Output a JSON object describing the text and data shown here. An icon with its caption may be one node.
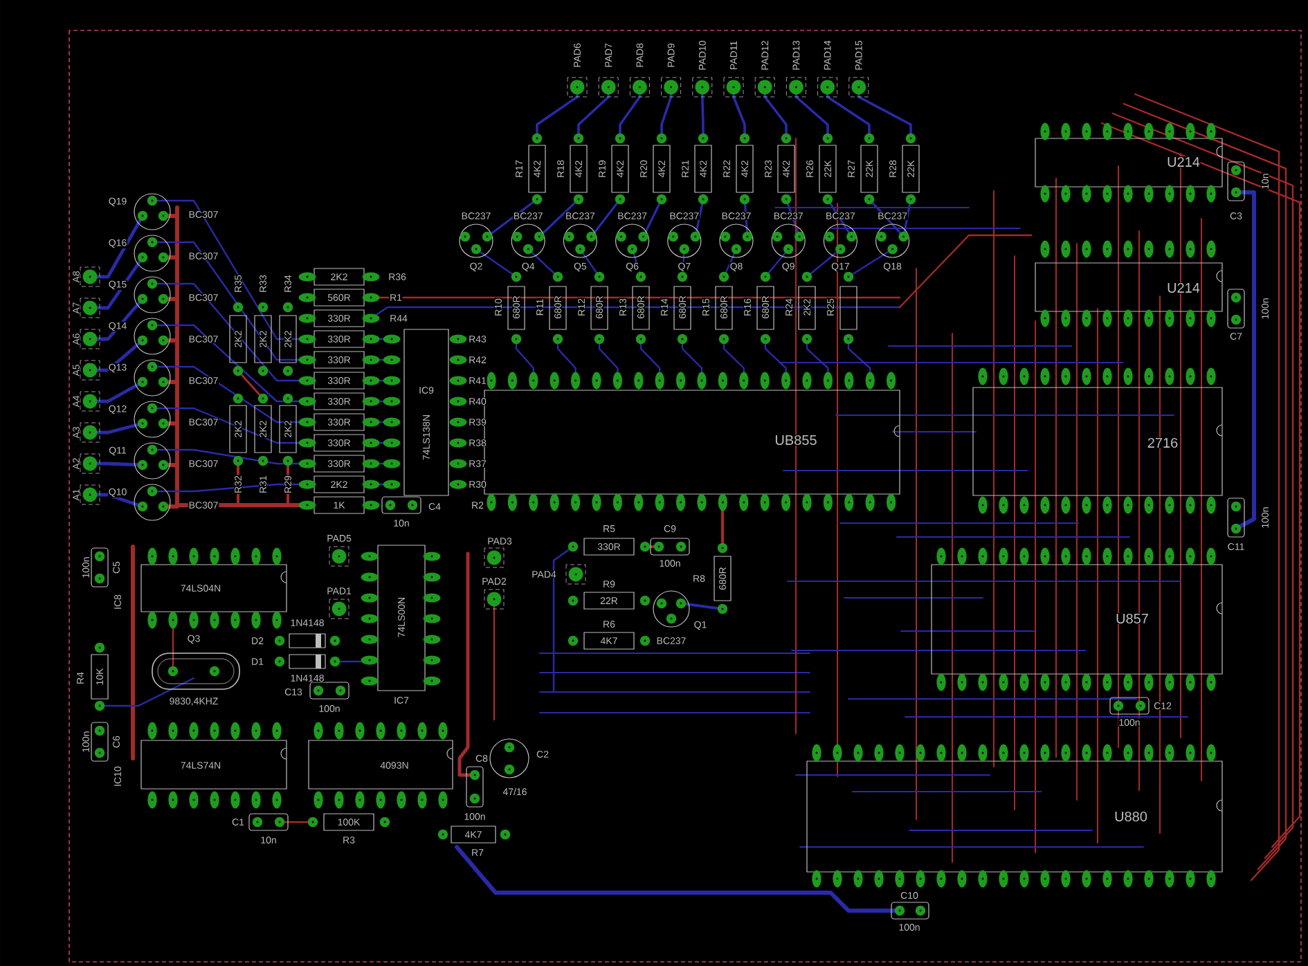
{
  "diagram": {
    "labels": [
      "PAD6",
      "PAD7",
      "PAD8",
      "PAD9",
      "PAD10",
      "PAD11",
      "PAD12",
      "PAD13",
      "PAD14",
      "PAD15",
      "R17",
      "4K2",
      "R18",
      "4K2",
      "R19",
      "4K2",
      "R20",
      "4K2",
      "R21",
      "4K2",
      "R22",
      "4K2",
      "R23",
      "4K2",
      "R26",
      "22K",
      "R27",
      "22K",
      "R28",
      "22K",
      "BC237",
      "Q2",
      "BC237",
      "Q4",
      "BC237",
      "Q5",
      "BC237",
      "Q6",
      "BC237",
      "Q7",
      "BC237",
      "Q8",
      "BC237",
      "Q9",
      "BC237",
      "Q17",
      "BC237",
      "Q18",
      "R10",
      "680R",
      "R11",
      "680R",
      "R12",
      "680R",
      "R13",
      "680R",
      "R14",
      "680R",
      "R15",
      "680R",
      "R16",
      "680R",
      "R24",
      "2K2",
      "R25",
      "Q19",
      "BC307",
      "Q16",
      "BC307",
      "Q15",
      "BC307",
      "Q14",
      "BC307",
      "Q13",
      "BC307",
      "Q12",
      "BC307",
      "Q11",
      "BC307",
      "Q10",
      "BC307",
      "A8",
      "A7",
      "A6",
      "A5",
      "A4",
      "A3",
      "A2",
      "A1",
      "R35",
      "2K2",
      "R33",
      "2K2",
      "R34",
      "2K2",
      "R32",
      "2K2",
      "R31",
      "2K2",
      "R29",
      "2K2",
      "2K2",
      "560R",
      "330R",
      "330R",
      "330R",
      "330R",
      "330R",
      "330R",
      "330R",
      "330R",
      "2K2",
      "1K",
      "R36",
      "R1",
      "R44",
      "R43",
      "R42",
      "R41",
      "R40",
      "R39",
      "R38",
      "R37",
      "R30",
      "R2",
      "IC9",
      "74LS138N",
      "C4",
      "10n",
      "UB855",
      "U214",
      "C3",
      "10n",
      "U214",
      "C7",
      "100n",
      "2716",
      "C11",
      "100n",
      "U857",
      "C12",
      "100n",
      "U880",
      "C10",
      "100n",
      "C5",
      "100n",
      "IC8",
      "74LS04N",
      "Q3",
      "R4",
      "10K",
      "9830,4KHZ",
      "C6",
      "100n",
      "IC10",
      "74LS74N",
      "1N4148",
      "D2",
      "D1",
      "1N4148",
      "C13",
      "100n",
      "PAD5",
      "PAD1",
      "74LS00N",
      "IC7",
      "PAD3",
      "PAD2",
      "4093N",
      "C8",
      "100n",
      "C2",
      "47/16",
      "C1",
      "10n",
      "100K",
      "R3",
      "4K7",
      "R7",
      "R5",
      "330R",
      "C9",
      "100n",
      "PAD4",
      "R9",
      "22R",
      "R8",
      "680R",
      "R6",
      "Q1",
      "4K7",
      "BC237"
    ]
  }
}
